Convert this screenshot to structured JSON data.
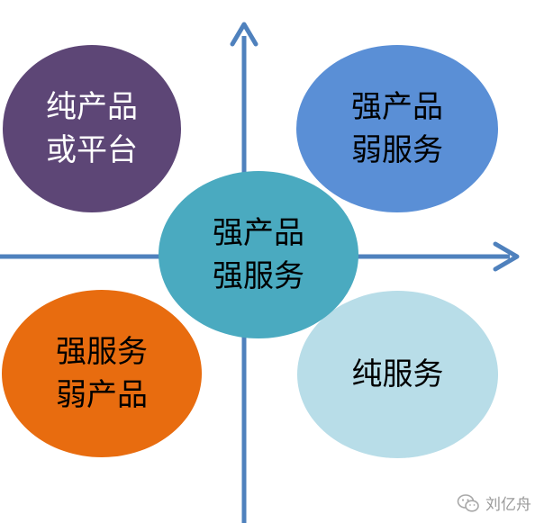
{
  "colors": {
    "axis": "#4f81bd",
    "top_left": "#5d4676",
    "top_right": "#5a8fd6",
    "center": "#4aaac0",
    "bottom_left": "#e86c0f",
    "bottom_right": "#b8dde8"
  },
  "quadrants": {
    "top_left": {
      "lines": [
        "纯产品",
        "或平台"
      ],
      "text_color": "#ffffff"
    },
    "top_right": {
      "lines": [
        "强产品",
        "弱服务"
      ],
      "text_color": "#000000"
    },
    "center": {
      "lines": [
        "强产品",
        "强服务"
      ],
      "text_color": "#000000"
    },
    "bottom_left": {
      "lines": [
        "强服务",
        "弱产品"
      ],
      "text_color": "#000000"
    },
    "bottom_right": {
      "lines": [
        "纯服务"
      ],
      "text_color": "#000000"
    }
  },
  "watermark": {
    "text": "刘亿舟",
    "icon": "wechat-icon"
  }
}
